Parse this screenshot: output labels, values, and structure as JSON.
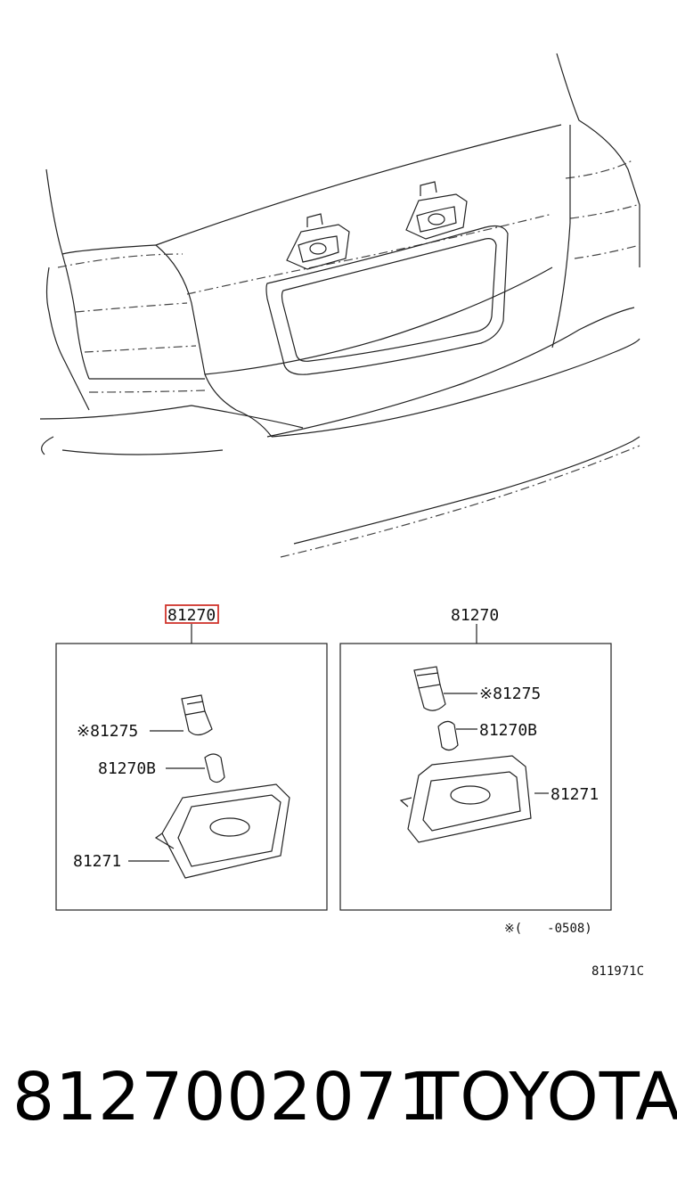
{
  "diagram": {
    "left_box": {
      "title": "81270",
      "labels": {
        "socket": "※81275",
        "bulb": "81270B",
        "housing": "81271"
      }
    },
    "right_box": {
      "title": "81270",
      "labels": {
        "socket": "※81275",
        "bulb": "81270B",
        "housing": "81271"
      }
    },
    "note": "※(　　-0508)",
    "drawing_code": "811971C",
    "highlight_color": "#d0342c"
  },
  "footer": {
    "part_number": "8127002071",
    "brand": "TOYOTA"
  }
}
